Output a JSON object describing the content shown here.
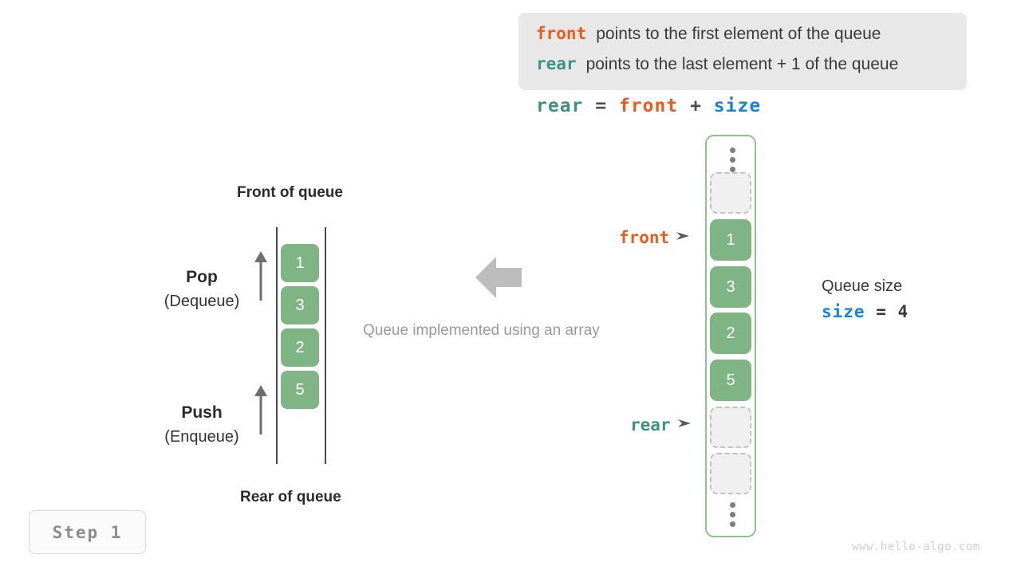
{
  "legend": {
    "lines": [
      {
        "keyword": "front",
        "keyword_color": "#ec5b1e",
        "text": "points to the first element of the queue"
      },
      {
        "keyword": "rear",
        "keyword_color": "#3d9287",
        "text": "points to the last element + 1 of the queue"
      }
    ]
  },
  "formula": {
    "lhs": "rear",
    "eq": "=",
    "op1": "front",
    "plus": "+",
    "op2": "size"
  },
  "abstract_queue": {
    "top_label": "Front of queue",
    "bottom_label": "Rear of queue",
    "cells": [
      "1",
      "3",
      "2",
      "5"
    ],
    "pop": {
      "main": "Pop",
      "sub": "(Dequeue)"
    },
    "push": {
      "main": "Push",
      "sub": "(Enqueue)"
    }
  },
  "center": {
    "caption": "Queue implemented using an array"
  },
  "array": {
    "top_ellipsis": "⋮",
    "bottom_ellipsis": "⋮",
    "slots": [
      {
        "value": "",
        "state": "empty"
      },
      {
        "value": "1",
        "state": "filled"
      },
      {
        "value": "3",
        "state": "filled"
      },
      {
        "value": "2",
        "state": "filled"
      },
      {
        "value": "5",
        "state": "filled"
      },
      {
        "value": "",
        "state": "empty"
      },
      {
        "value": "",
        "state": "empty"
      }
    ],
    "pointers": {
      "front": {
        "label": "front",
        "color": "#ec5b1e"
      },
      "rear": {
        "label": "rear",
        "color": "#3d9287"
      }
    }
  },
  "size_info": {
    "title": "Queue size",
    "var": "size",
    "eq": "=",
    "value": "4"
  },
  "step_badge": "Step 1",
  "watermark": "www.hello-algo.com",
  "colors": {
    "green_cell": "#7fb584",
    "array_border": "#8cc38f",
    "front": "#ec5b1e",
    "rear": "#3d9287",
    "size": "#1783d6",
    "legend_bg": "#e8e8e8",
    "muted_text": "#9a9a9a"
  }
}
